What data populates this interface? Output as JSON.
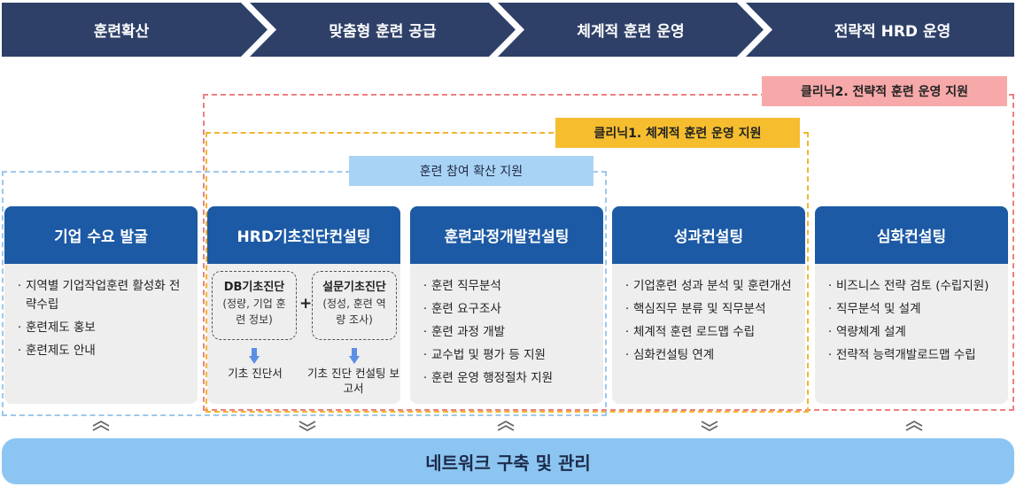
{
  "stages": [
    "훈련확산",
    "맞춤형 훈련 공급",
    "체계적 훈련 운영",
    "전략적 HRD 운영"
  ],
  "ranges": {
    "clinic2": "클리닉2. 전략적 훈련 운영 지원",
    "clinic1": "클리닉1. 체계적 훈련 운영 지원",
    "expansion": "훈련 참여 확산 지원"
  },
  "columns": [
    {
      "title": "기업 수요 발굴",
      "items": [
        "지역별 기업작업훈련 활성화 전략수립",
        "훈련제도 홍보",
        "훈련제도 안내"
      ]
    },
    {
      "title": "HRD기초진단컨설팅",
      "diag_db": {
        "title": "DB기초진단",
        "sub": "(정량, 기업 훈련 정보)"
      },
      "plus": "+",
      "diag_survey": {
        "title": "설문기초진단",
        "sub": "(정성, 훈련 역량 조사)"
      },
      "out_a": "기초 진단서",
      "out_b": "기초 진단 컨설팅 보고서"
    },
    {
      "title": "훈련과정개발컨설팅",
      "items": [
        "훈련 직무분석",
        "훈련 요구조사",
        "훈련 과정 개발",
        "교수법 및 평가 등 지원",
        "훈련 운영 행정절차 지원"
      ]
    },
    {
      "title": "성과컨설팅",
      "items": [
        "기업훈련 성과 분석 및 훈련개선",
        "핵심직무 분류 및 직무분석",
        "체계적 훈련 로드맵 수립",
        "심화컨설팅 연계"
      ]
    },
    {
      "title": "심화컨설팅",
      "items": [
        "비즈니스 전략 검토 (수립지원)",
        "직무분석 및 설계",
        "역량체계 설계",
        "전략적 능력개발로드맵 수립"
      ]
    }
  ],
  "network": "네트워크 구축 및 관리",
  "colors": {
    "stage": "#2e4068",
    "column_header": "#1d5aa5",
    "clinic2": "#ee8080",
    "clinic1": "#f1b531",
    "expansion": "#9ec8ea",
    "network": "#8cc5f2",
    "arrow": "#5b8fe6"
  }
}
